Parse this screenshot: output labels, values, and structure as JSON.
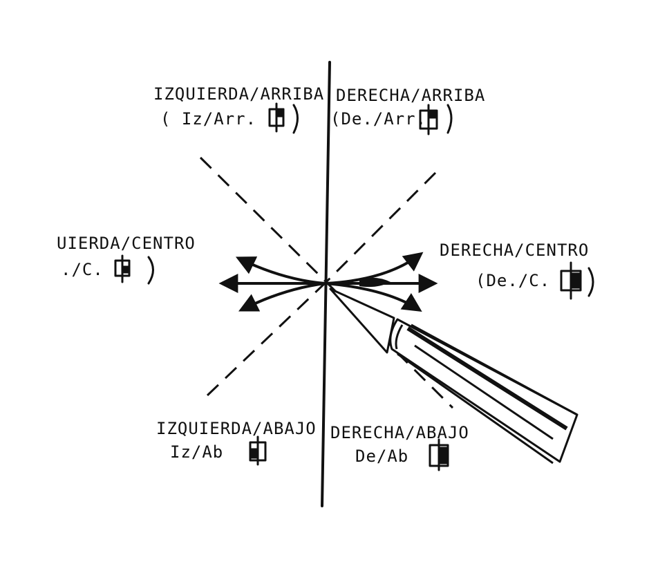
{
  "diagram": {
    "labels": {
      "top_left": {
        "title": "IZQUIERDA/ARRIBA",
        "sub": "( Iz/Arr."
      },
      "top_right": {
        "title": "DERECHA/ARRIBA",
        "sub": "(De./Arr."
      },
      "mid_left": {
        "title": "UIERDA/CENTRO",
        "sub": "./C."
      },
      "mid_right": {
        "title": "DERECHA/CENTRO",
        "sub": "(De./C."
      },
      "bottom_left": {
        "title": "IZQUIERDA/ABAJO",
        "sub": "Iz/Ab"
      },
      "bottom_right": {
        "title": "DERECHA/ABAJO",
        "sub": "De/Ab"
      }
    },
    "colors": {
      "ink": "#111111",
      "paper": "#ffffff"
    }
  }
}
